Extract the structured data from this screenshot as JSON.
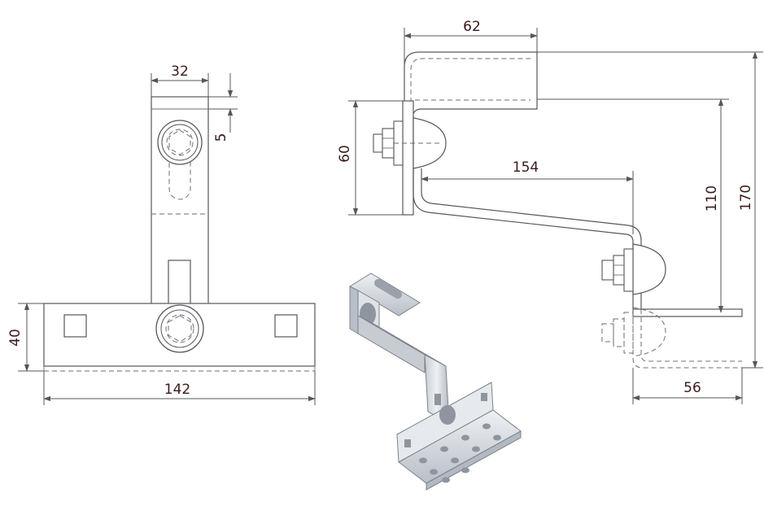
{
  "dimensions": {
    "top_width": "32",
    "plate_thickness": "5",
    "base_height": "40",
    "base_length": "142",
    "top_depth": "62",
    "side_height": "60",
    "arm_length": "154",
    "lower_height": "110",
    "total_height": "170",
    "foot_depth": "56"
  },
  "colors": {
    "line": "#55575c",
    "text": "#3a1a1a",
    "metal_light": "#e4e7ec",
    "metal_dark": "#9aa1ab"
  }
}
